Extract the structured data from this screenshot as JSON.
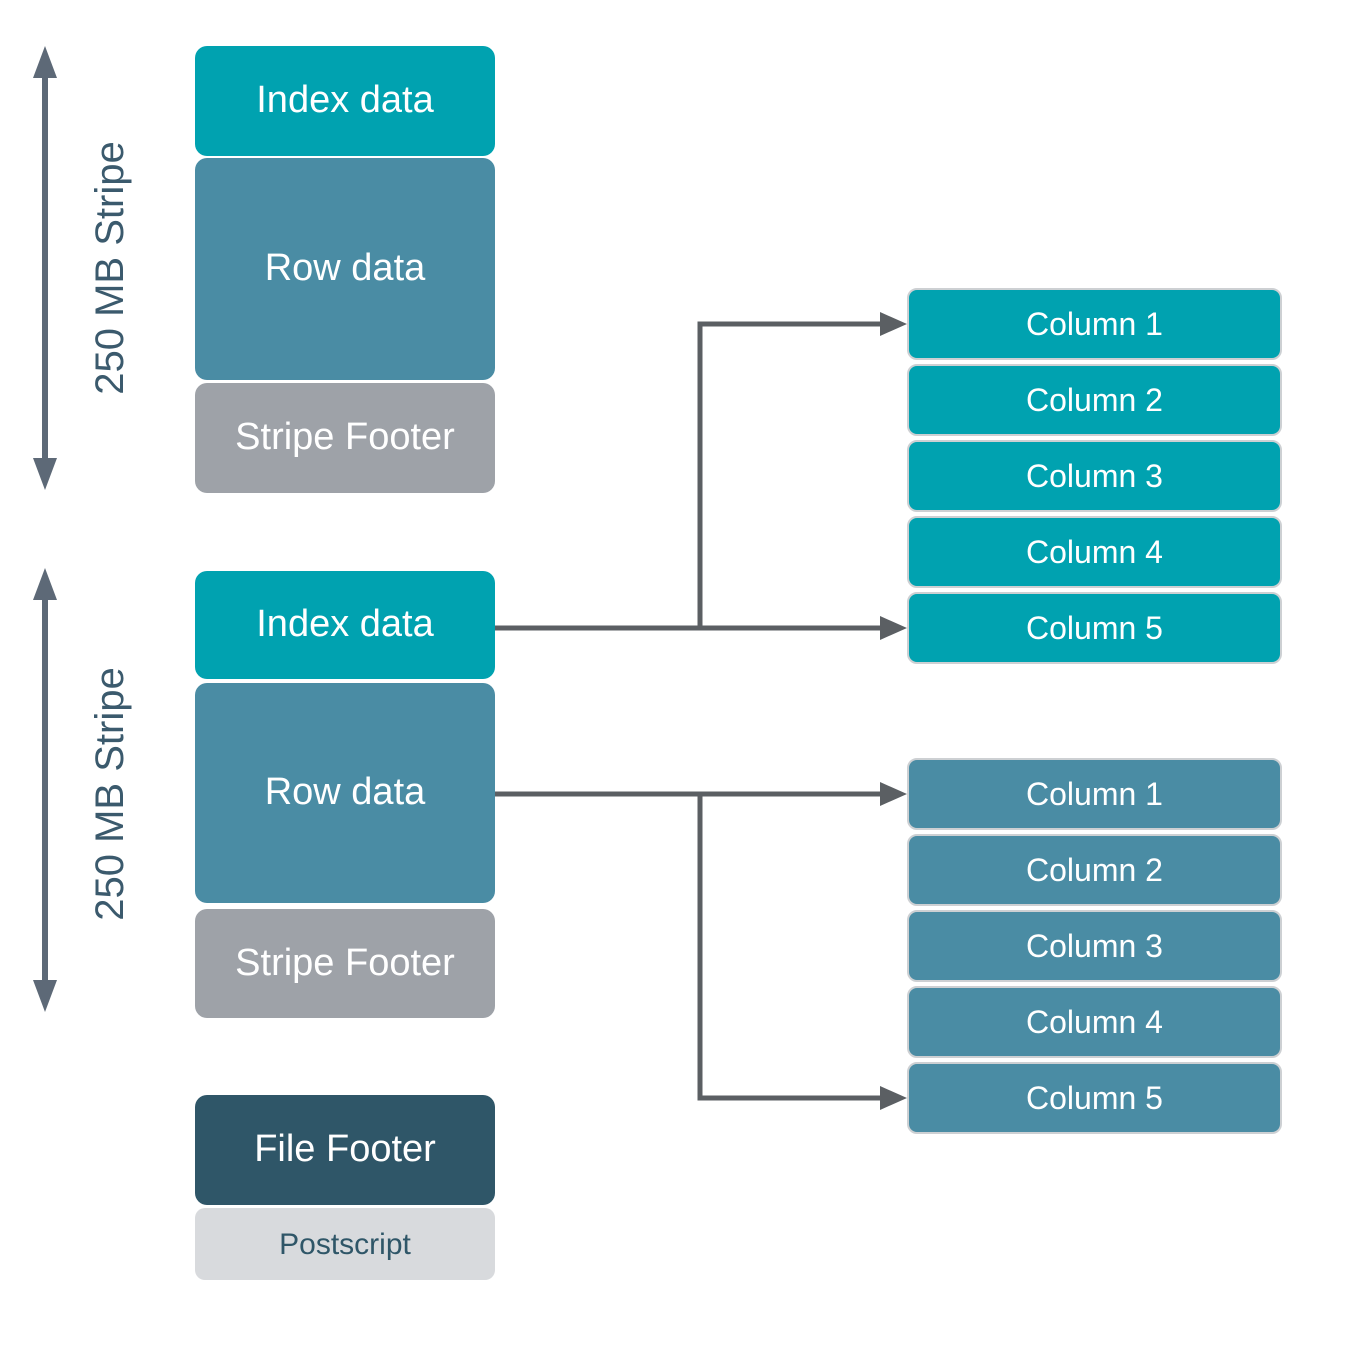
{
  "colors": {
    "teal_block": "#00A2B0",
    "row_data_blue": "#4A8CA4",
    "stripe_footer_gray": "#9EA2A8",
    "file_footer_dark": "#2F5668",
    "postscript_bg": "#D8DADD",
    "postscript_text": "#2F5668",
    "connector_line": "#5B5F63",
    "measure_arrow": "#5D6977",
    "size_label_text": "#3B5A6D",
    "column_box_border": "#CDD0D3",
    "block_text": "#FFFFFF",
    "background": "#FFFFFF"
  },
  "shapes": {
    "measure_arrow": "double-headed-vertical-arrow",
    "connector_arrowhead": "right-pointing-triangle"
  },
  "stripes": [
    {
      "size_label": "250 MB Stripe",
      "blocks": [
        {
          "label": "Index data"
        },
        {
          "label": "Row data"
        },
        {
          "label": "Stripe Footer"
        }
      ]
    },
    {
      "size_label": "250 MB Stripe",
      "blocks": [
        {
          "label": "Index data"
        },
        {
          "label": "Row data"
        },
        {
          "label": "Stripe Footer"
        }
      ]
    }
  ],
  "file_footer": {
    "label": "File Footer"
  },
  "postscript": {
    "label": "Postscript"
  },
  "column_groups": [
    {
      "items": [
        {
          "label": "Column 1"
        },
        {
          "label": "Column 2"
        },
        {
          "label": "Column 3"
        },
        {
          "label": "Column 4"
        },
        {
          "label": "Column 5"
        }
      ]
    },
    {
      "items": [
        {
          "label": "Column 1"
        },
        {
          "label": "Column 2"
        },
        {
          "label": "Column 3"
        },
        {
          "label": "Column 4"
        },
        {
          "label": "Column 5"
        }
      ]
    }
  ]
}
